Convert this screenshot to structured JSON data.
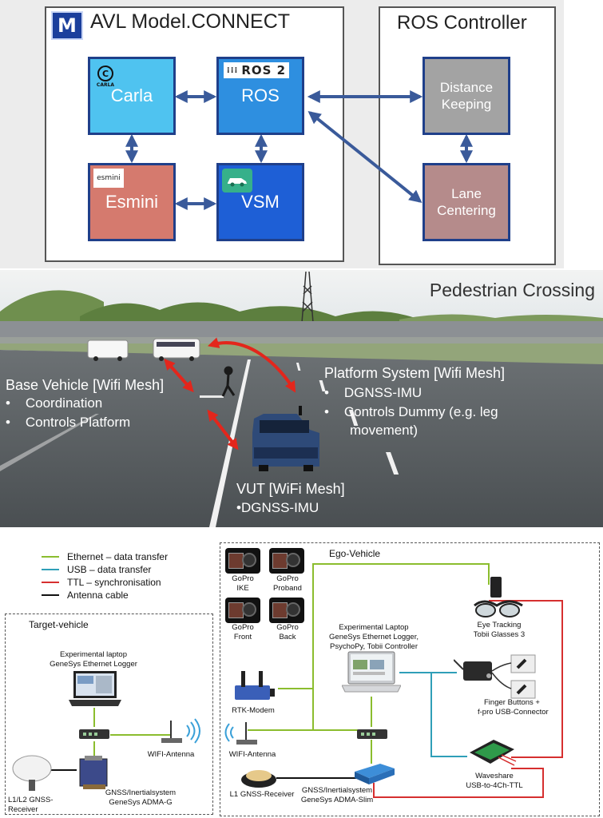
{
  "architecture": {
    "left_title": "AVL Model.CONNECT",
    "right_title": "ROS Controller",
    "logo_letter": "M",
    "blocks": {
      "carla": {
        "label": "Carla",
        "logo": "CARLA",
        "color": "#4fc3f0"
      },
      "ros": {
        "label": "ROS",
        "logo": "ROS 2",
        "color": "#2e8fe0"
      },
      "esmini": {
        "label": "Esmini",
        "logo": "esmini",
        "color": "#d57a6e"
      },
      "vsm": {
        "label": "VSM",
        "color": "#1e5fd6"
      },
      "distance": {
        "label": "Distance Keeping",
        "color": "#a3a3a3"
      },
      "lane": {
        "label": "Lane Centering",
        "color": "#b58b8b"
      }
    },
    "arrow_color": "#3a5a9a"
  },
  "photo": {
    "title": "Pedestrian Crossing",
    "base_vehicle": {
      "title": "Base Vehicle [Wifi Mesh]",
      "items": [
        "Coordination",
        "Controls Platform"
      ]
    },
    "platform_system": {
      "title": "Platform System [Wifi Mesh]",
      "items": [
        "DGNSS-IMU",
        "Controls Dummy (e.g. leg",
        "movement)"
      ]
    },
    "vut": {
      "title": "VUT [WiFi Mesh]",
      "item": "•DGNSS-IMU"
    },
    "arrow_color": "#e3261c"
  },
  "setup": {
    "legend": [
      {
        "label": "Ethernet – data transfer",
        "color": "#8bbd2e"
      },
      {
        "label": "USB – data transfer",
        "color": "#2f9fb8"
      },
      {
        "label": "TTL – synchronisation",
        "color": "#d62f2f"
      },
      {
        "label": "Antenna cable",
        "color": "#111111"
      }
    ],
    "target": {
      "title": "Target-vehicle",
      "laptop": "Experimental laptop\nGeneSys Ethernet Logger",
      "wifi": "WIFI-Antenna",
      "gnss_receiver": "L1/L2 GNSS-\nReceiver",
      "gnss_system": "GNSS/Inertialsystem\nGeneSys ADMA-G"
    },
    "ego": {
      "title": "Ego-Vehicle",
      "cameras": [
        {
          "label": "GoPro\nIKE"
        },
        {
          "label": "GoPro\nProband"
        },
        {
          "label": "GoPro\nFront"
        },
        {
          "label": "GoPro\nBack"
        }
      ],
      "laptop": "Experimental Laptop\nGeneSys Ethernet Logger,\nPsychoPy, Tobii Controller",
      "eye_tracking": "Eye Tracking\nTobii Glasses 3",
      "finger_buttons": "Finger Buttons +\nf-pro USB-Connector",
      "rtk_modem": "RTK-Modem",
      "wifi": "WIFI-Antenna",
      "gnss_receiver": "L1 GNSS-Receiver",
      "gnss_system": "GNSS/Inertialsystem\nGeneSys ADMA-Slim",
      "waveshare": "Waveshare\nUSB-to-4Ch-TTL"
    }
  }
}
